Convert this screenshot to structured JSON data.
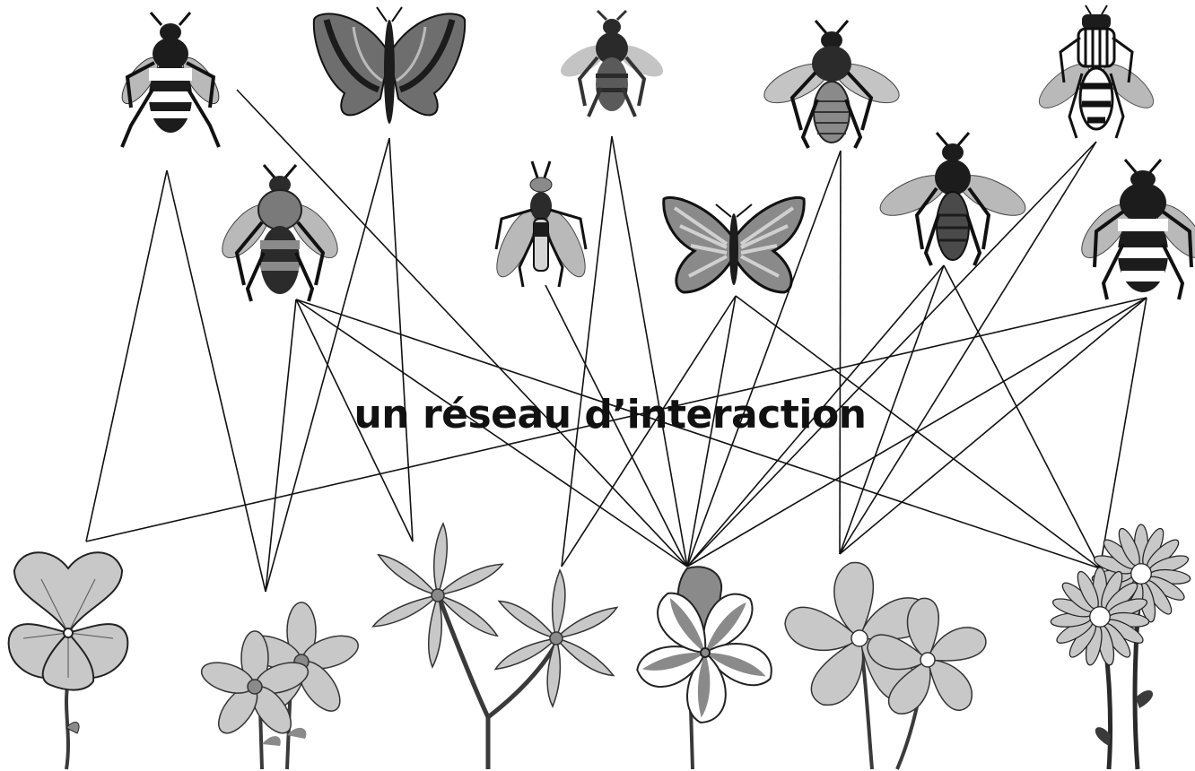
{
  "title": "un réseau d’interaction",
  "colors": {
    "line": "#111111",
    "insect_dark": "#1c1c1c",
    "insect_mid": "#6e6e6e",
    "wing": "#b9b9b9",
    "petal": "#c8c8c8",
    "petal_dark": "#8a8a8a",
    "stem": "#3a3a3a"
  },
  "pollinators": [
    {
      "id": "p1",
      "kind": "bumblebee"
    },
    {
      "id": "p2",
      "kind": "moth"
    },
    {
      "id": "p3",
      "kind": "bee"
    },
    {
      "id": "p4",
      "kind": "honeybee"
    },
    {
      "id": "p5",
      "kind": "hoverfly"
    },
    {
      "id": "p6",
      "kind": "bee"
    },
    {
      "id": "p7",
      "kind": "fly"
    },
    {
      "id": "p8",
      "kind": "butterfly"
    },
    {
      "id": "p9",
      "kind": "bee"
    },
    {
      "id": "p10",
      "kind": "bumblebee"
    }
  ],
  "plants": [
    {
      "id": "f1",
      "kind": "pansy"
    },
    {
      "id": "f2",
      "kind": "five-petal-pair"
    },
    {
      "id": "f3",
      "kind": "star-flower-pair"
    },
    {
      "id": "f4",
      "kind": "twisted-bloom"
    },
    {
      "id": "f5",
      "kind": "phlox-pair"
    },
    {
      "id": "f6",
      "kind": "daisy-pair"
    }
  ],
  "interactions": [
    [
      "p1",
      "f1"
    ],
    [
      "p1",
      "f2"
    ],
    [
      "p1",
      "f4"
    ],
    [
      "p2",
      "f2"
    ],
    [
      "p2",
      "f3"
    ],
    [
      "p3",
      "f3"
    ],
    [
      "p3",
      "f4"
    ],
    [
      "p4",
      "f4"
    ],
    [
      "p4",
      "f5"
    ],
    [
      "p5",
      "f4"
    ],
    [
      "p5",
      "f5"
    ],
    [
      "p6",
      "f2"
    ],
    [
      "p6",
      "f3"
    ],
    [
      "p6",
      "f4"
    ],
    [
      "p6",
      "f6"
    ],
    [
      "p7",
      "f4"
    ],
    [
      "p8",
      "f3"
    ],
    [
      "p8",
      "f4"
    ],
    [
      "p8",
      "f6"
    ],
    [
      "p9",
      "f4"
    ],
    [
      "p9",
      "f5"
    ],
    [
      "p9",
      "f6"
    ],
    [
      "p10",
      "f1"
    ],
    [
      "p10",
      "f4"
    ],
    [
      "p10",
      "f5"
    ],
    [
      "p10",
      "f6"
    ]
  ]
}
